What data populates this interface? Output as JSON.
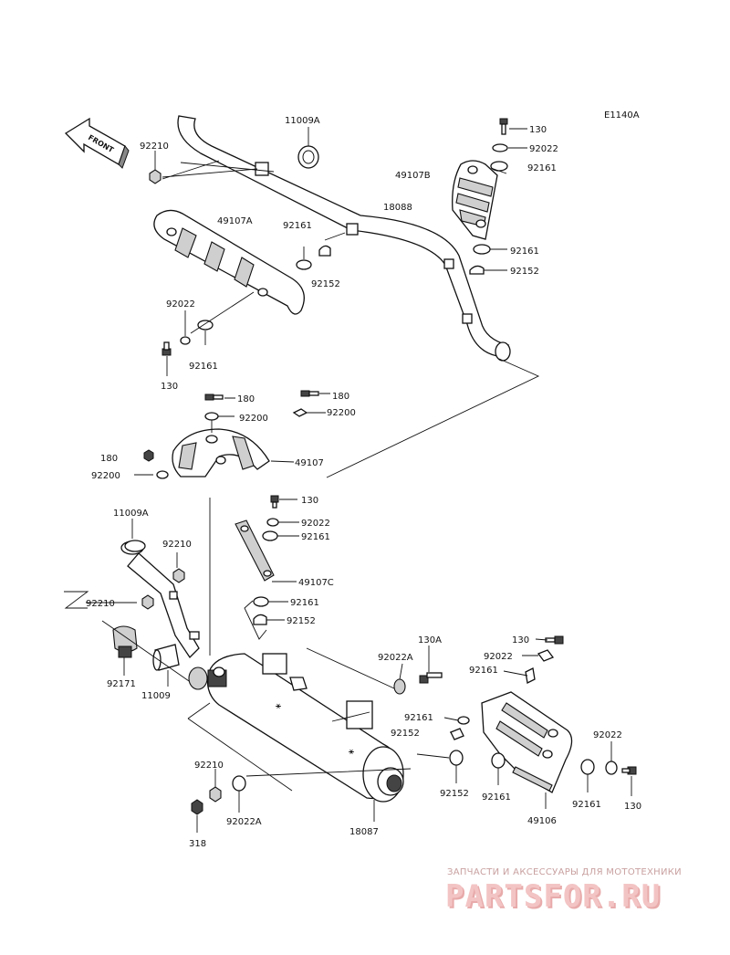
{
  "diagram_code": "E1140A",
  "front_label": "FRONT",
  "part_labels": [
    {
      "id": "lbl-11009a-top",
      "text": "11009A"
    },
    {
      "id": "lbl-92210-top",
      "text": "92210"
    },
    {
      "id": "lbl-130-top",
      "text": "130"
    },
    {
      "id": "lbl-92022-top",
      "text": "92022"
    },
    {
      "id": "lbl-92161-top",
      "text": "92161"
    },
    {
      "id": "lbl-49107b",
      "text": "49107B"
    },
    {
      "id": "lbl-18088",
      "text": "18088"
    },
    {
      "id": "lbl-49107a",
      "text": "49107A"
    },
    {
      "id": "lbl-92161-a",
      "text": "92161"
    },
    {
      "id": "lbl-92152-a",
      "text": "92152"
    },
    {
      "id": "lbl-92161-b",
      "text": "92161"
    },
    {
      "id": "lbl-92152-b",
      "text": "92152"
    },
    {
      "id": "lbl-92022-left",
      "text": "92022"
    },
    {
      "id": "lbl-130-left",
      "text": "130"
    },
    {
      "id": "lbl-92161-left",
      "text": "92161"
    },
    {
      "id": "lbl-180-a",
      "text": "180"
    },
    {
      "id": "lbl-92200-a",
      "text": "92200"
    },
    {
      "id": "lbl-180-b",
      "text": "180"
    },
    {
      "id": "lbl-92200-b",
      "text": "92200"
    },
    {
      "id": "lbl-180-c",
      "text": "180"
    },
    {
      "id": "lbl-92200-c",
      "text": "92200"
    },
    {
      "id": "lbl-49107",
      "text": "49107"
    },
    {
      "id": "lbl-130-mid",
      "text": "130"
    },
    {
      "id": "lbl-92022-mid",
      "text": "92022"
    },
    {
      "id": "lbl-92161-mid",
      "text": "92161"
    },
    {
      "id": "lbl-11009a-mid",
      "text": "11009A"
    },
    {
      "id": "lbl-92210-mid",
      "text": "92210"
    },
    {
      "id": "lbl-49107c",
      "text": "49107C"
    },
    {
      "id": "lbl-92210-left",
      "text": "92210"
    },
    {
      "id": "lbl-92161-mid2",
      "text": "92161"
    },
    {
      "id": "lbl-92152-mid",
      "text": "92152"
    },
    {
      "id": "lbl-130a",
      "text": "130A"
    },
    {
      "id": "lbl-92022a-mid",
      "text": "92022A"
    },
    {
      "id": "lbl-130-right",
      "text": "130"
    },
    {
      "id": "lbl-92022-right",
      "text": "92022"
    },
    {
      "id": "lbl-92161-right",
      "text": "92161"
    },
    {
      "id": "lbl-92171",
      "text": "92171"
    },
    {
      "id": "lbl-11009",
      "text": "11009"
    },
    {
      "id": "lbl-92161-r2",
      "text": "92161"
    },
    {
      "id": "lbl-92152-r2",
      "text": "92152"
    },
    {
      "id": "lbl-92022-r3",
      "text": "92022"
    },
    {
      "id": "lbl-92210-bot",
      "text": "92210"
    },
    {
      "id": "lbl-92152-bot",
      "text": "92152"
    },
    {
      "id": "lbl-92161-bot",
      "text": "92161"
    },
    {
      "id": "lbl-92161-bot2",
      "text": "92161"
    },
    {
      "id": "lbl-130-bot",
      "text": "130"
    },
    {
      "id": "lbl-92022a-bot",
      "text": "92022A"
    },
    {
      "id": "lbl-318",
      "text": "318"
    },
    {
      "id": "lbl-18087",
      "text": "18087"
    },
    {
      "id": "lbl-49106",
      "text": "49106"
    }
  ],
  "watermark": {
    "tagline": "ЗАПЧАСТИ И АКСЕССУАРЫ ДЛЯ МОТОТЕХНИКИ",
    "logo": "PARTSFOR.RU"
  }
}
